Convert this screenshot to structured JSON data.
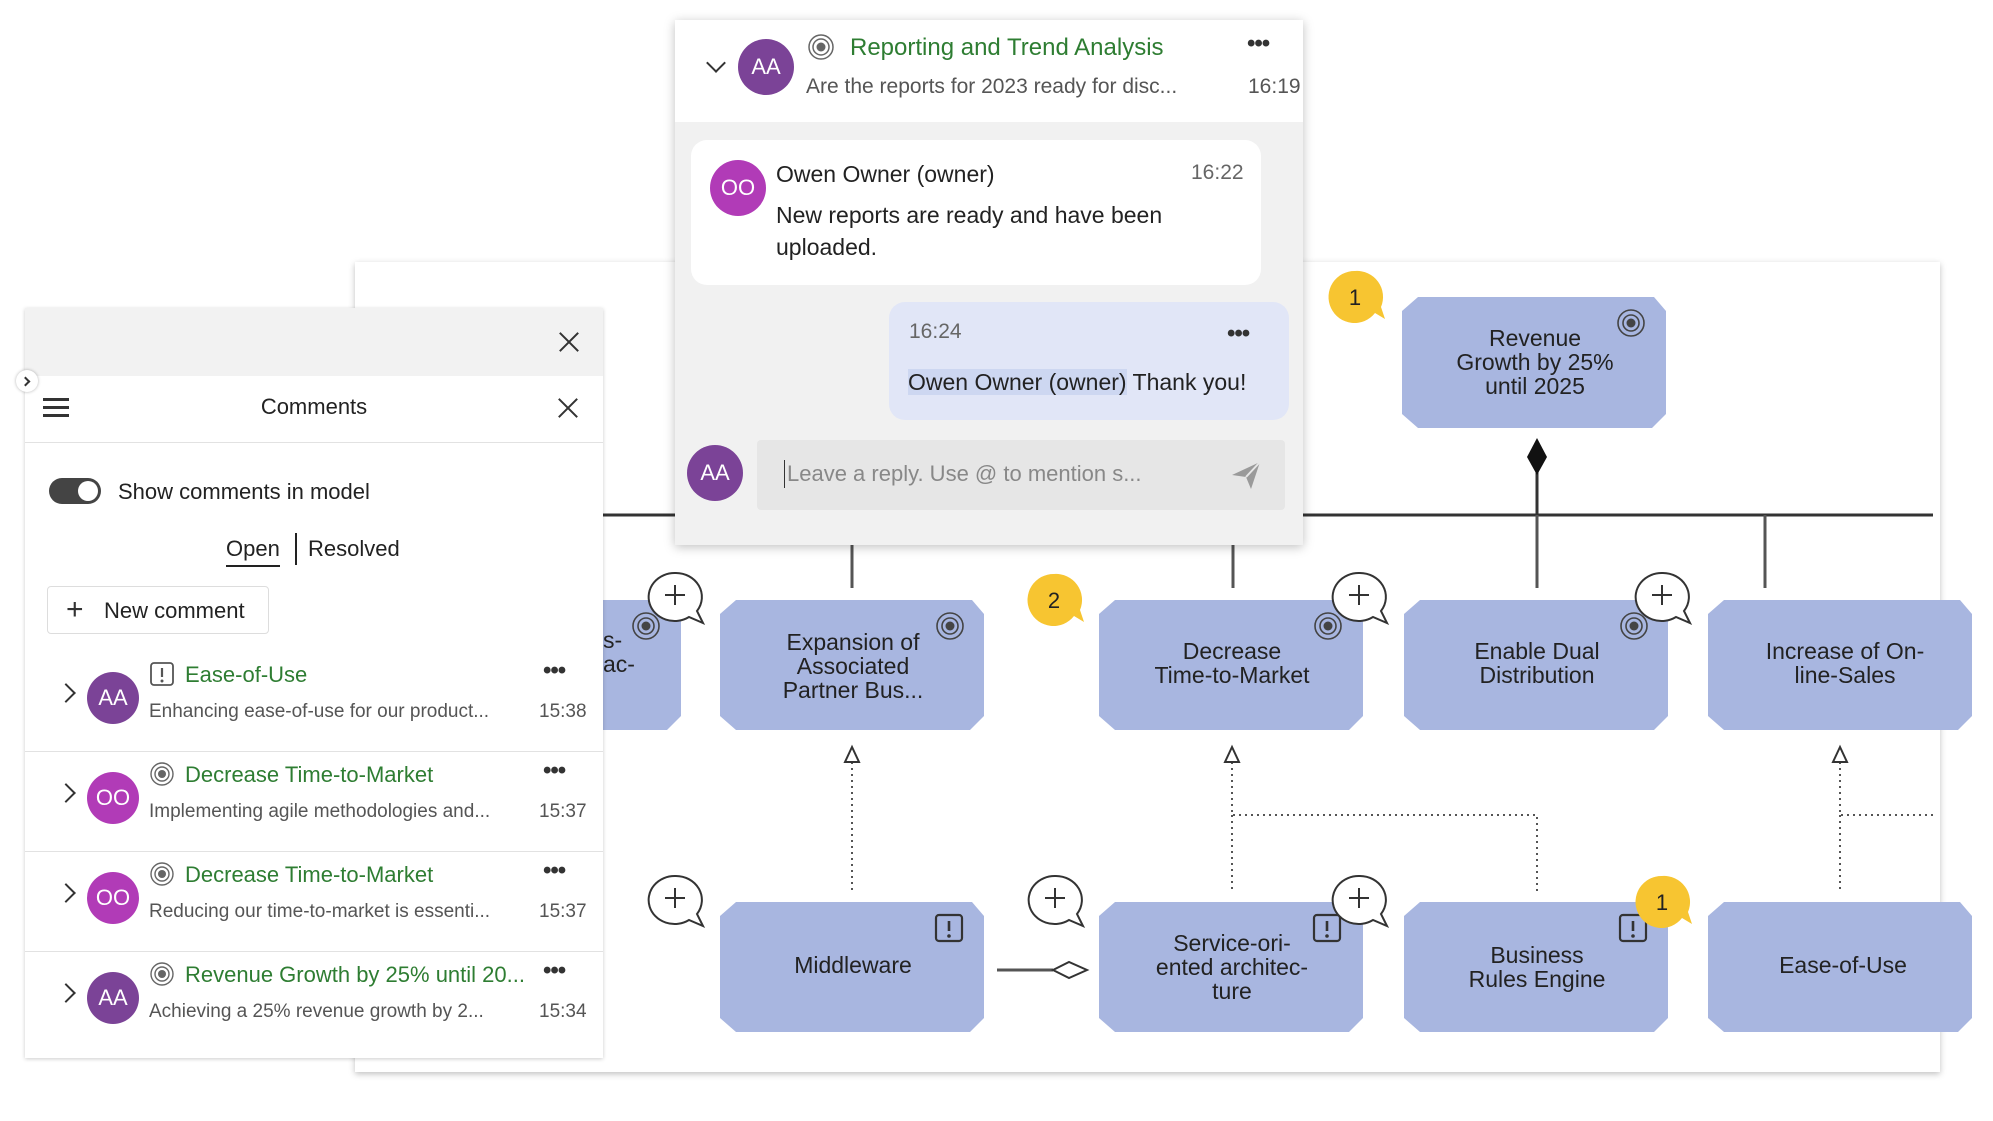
{
  "colors": {
    "accent_green": "#2e7d32",
    "node_fill": "#a8b6e0",
    "badge_yellow": "#f7c531",
    "avatar_purple_dark": "#7b4397",
    "avatar_purple_light": "#b13bb7"
  },
  "comments_panel": {
    "title": "Comments",
    "show_comments_label": "Show comments in model",
    "tabs": [
      "Open",
      "Resolved"
    ],
    "new_comment_label": "New comment",
    "items": [
      {
        "initials": "AA",
        "icon": "exclamation-icon",
        "title": "Ease-of-Use",
        "excerpt": "Enhancing ease-of-use for our product...",
        "time": "15:38"
      },
      {
        "initials": "OO",
        "icon": "target-icon",
        "title": "Decrease Time-to-Market",
        "excerpt": "Implementing agile methodologies and...",
        "time": "15:37"
      },
      {
        "initials": "OO",
        "icon": "target-icon",
        "title": "Decrease Time-to-Market",
        "excerpt": "Reducing our time-to-market is essenti...",
        "time": "15:37"
      },
      {
        "initials": "AA",
        "icon": "target-icon",
        "title": "Revenue Growth by 25% until 20...",
        "excerpt": "Achieving a 25% revenue growth by 2...",
        "time": "15:34"
      }
    ]
  },
  "thread": {
    "avatar": "AA",
    "title": "Reporting and Trend Analysis",
    "excerpt": "Are the reports for 2023 ready for disc...",
    "time": "16:19",
    "messages": [
      {
        "avatar": "OO",
        "author": "Owen Owner (owner)",
        "time": "16:22",
        "text_line1": "New reports are ready and have been",
        "text_line2": "uploaded."
      },
      {
        "time": "16:24",
        "mention": "Owen Owner (owner)",
        "text": " Thank you!"
      }
    ],
    "reply_avatar": "AA",
    "reply_placeholder": "Leave a reply. Use @ to mention s..."
  },
  "model": {
    "nodes": {
      "revenue_growth": [
        "Revenue",
        "Growth by 25%",
        "until 2025"
      ],
      "partial_left": [
        "s-",
        "ac-"
      ],
      "expansion": [
        "Expansion of",
        "Associated",
        "Partner Bus..."
      ],
      "decrease": [
        "Decrease",
        "Time-to-Market"
      ],
      "dual": [
        "Enable Dual",
        "Distribution"
      ],
      "online": [
        "Increase of On-",
        "line-Sales"
      ],
      "middleware": [
        "Middleware"
      ],
      "soa": [
        "Service-ori-",
        "ented architec-",
        "ture"
      ],
      "rules": [
        "Business",
        "Rules Engine"
      ],
      "ease": [
        "Ease-of-Use"
      ]
    },
    "badges": {
      "revenue": "1",
      "decrease": "2",
      "rules": "1"
    }
  }
}
